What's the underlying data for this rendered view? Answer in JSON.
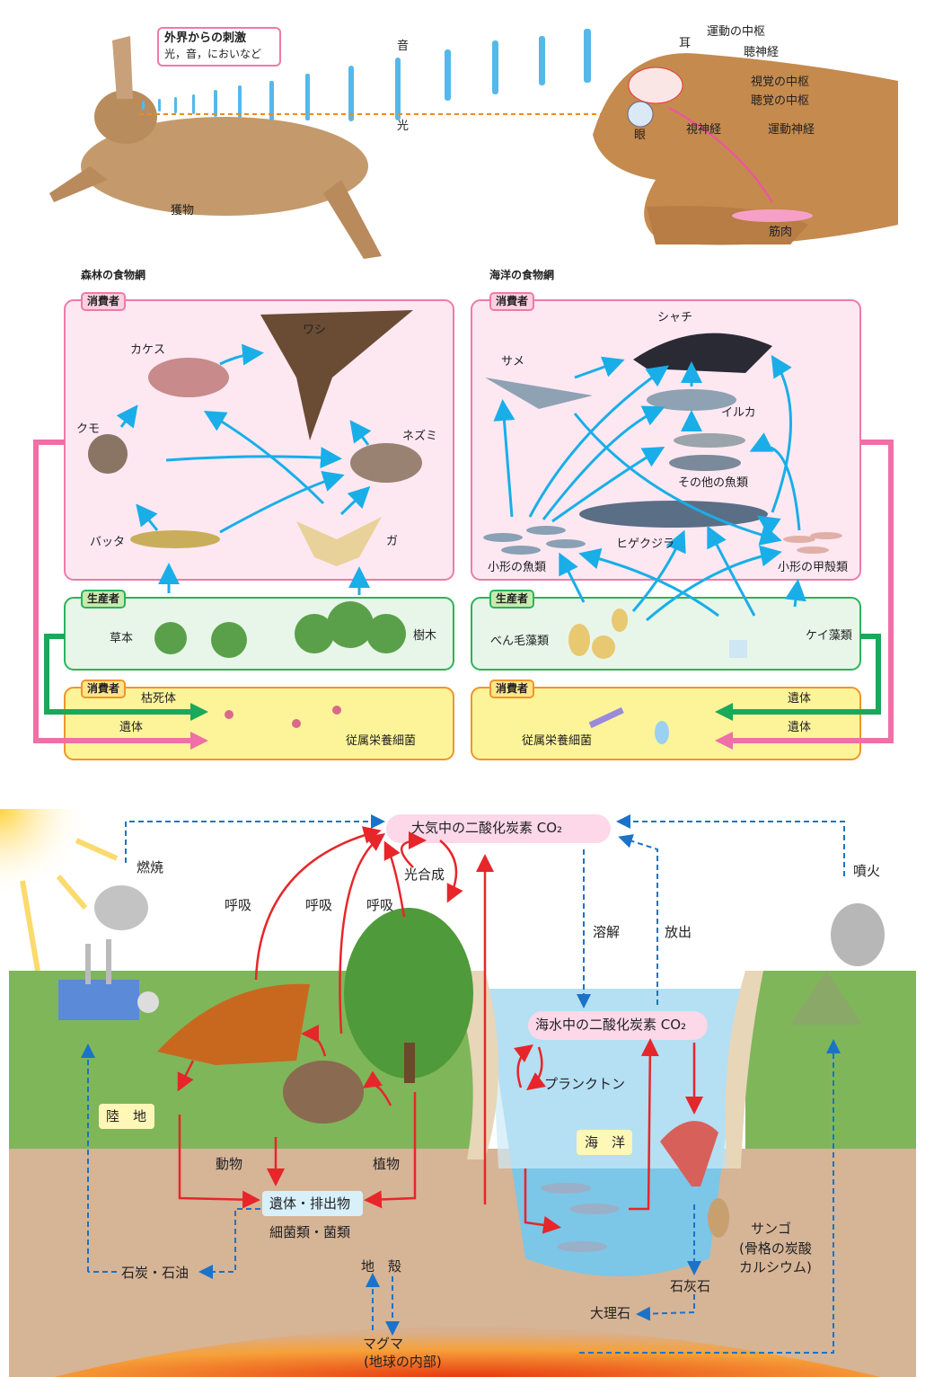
{
  "perception": {
    "stimulus_title": "外界からの刺激",
    "stimulus_sub": "光，音，においなど",
    "sound": "音",
    "light": "光",
    "prey": "獲物",
    "labels": {
      "motor_center": "運動の中枢",
      "ear": "耳",
      "auditory_nerve": "聴神経",
      "visual_center": "視覚の中枢",
      "auditory_center": "聴覚の中枢",
      "eye": "眼",
      "optic_nerve": "視神経",
      "motor_nerve": "運動神経",
      "muscle": "筋肉"
    }
  },
  "forest": {
    "title": "森林の食物網",
    "consumer": "消費者",
    "producer": "生産者",
    "decomposer_tag": "消費者",
    "animals": {
      "hawk": "ワシ",
      "jay": "カケス",
      "spider": "クモ",
      "mouse": "ネズミ",
      "grasshopper": "バッタ",
      "moth": "ガ"
    },
    "plants": {
      "herb": "草本",
      "tree": "樹木"
    },
    "dead_plants": "枯死体",
    "remains": "遺体",
    "bacteria": "従属栄養細菌"
  },
  "ocean": {
    "title": "海洋の食物網",
    "consumer": "消費者",
    "producer": "生産者",
    "decomposer_tag": "消費者",
    "animals": {
      "orca": "シャチ",
      "shark": "サメ",
      "dolphin": "イルカ",
      "other_fish": "その他の魚類",
      "whale": "ヒゲクジラ",
      "small_fish": "小形の魚類",
      "crustaceans": "小形の甲殻類"
    },
    "plants": {
      "dino": "べん毛藻類",
      "diatom": "ケイ藻類"
    },
    "remains1": "遺体",
    "remains2": "遺体",
    "bacteria": "従属栄養細菌"
  },
  "carbon": {
    "atm_co2": "大気中の二酸化炭素 CO₂",
    "combustion": "燃焼",
    "resp1": "呼吸",
    "resp2": "呼吸",
    "resp3": "呼吸",
    "photosynthesis": "光合成",
    "dissolve": "溶解",
    "release": "放出",
    "eruption": "噴火",
    "sea_co2": "海水中の二酸化炭素 CO₂",
    "plankton": "プランクトン",
    "land": "陸　地",
    "sea": "海　洋",
    "animals": "動物",
    "plants": "植物",
    "remains": "遺体・排出物",
    "decomposers": "細菌類・菌類",
    "coal": "石炭・石油",
    "crust": "地　殻",
    "magma": "マグマ\n(地球の内部)",
    "magma1": "マグマ",
    "magma2": "(地球の内部)",
    "coral": "サンゴ",
    "coral2": "(骨格の炭酸",
    "coral3": "カルシウム)",
    "limestone": "石灰石",
    "marble": "大理石"
  }
}
